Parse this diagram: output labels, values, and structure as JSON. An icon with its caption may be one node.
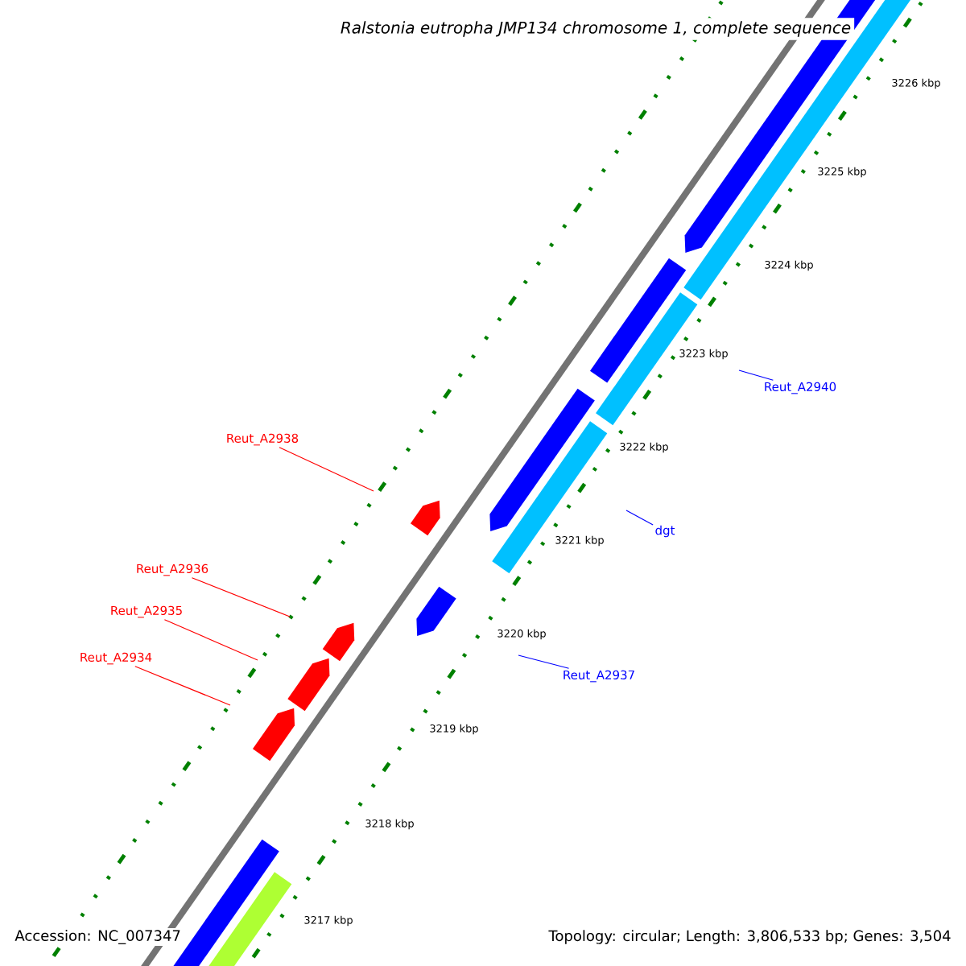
{
  "diagram": {
    "title": "Ralstonia eutropha JMP134 chromosome 1, complete sequence",
    "nodes": [
      {
        "text": [
          "Reut_A2938"
        ]
      },
      {
        "text": [
          "Reut_A2940"
        ]
      },
      {
        "text": [
          "dgt"
        ]
      },
      {
        "text": [
          "Reut_A2936"
        ]
      },
      {
        "text": [
          "Reut_A2935"
        ]
      },
      {
        "text": [
          "Reut_A2934"
        ]
      },
      {
        "text": [
          "Reut_A2937"
        ]
      }
    ],
    "edges": [
      {
        "from": 0,
        "to": null,
        "arrow": "none",
        "color": "#ff0000"
      },
      {
        "from": 1,
        "to": null,
        "arrow": "none",
        "color": "#0000ff"
      },
      {
        "from": 2,
        "to": null,
        "arrow": "none",
        "color": "#0000ff"
      },
      {
        "from": 3,
        "to": null,
        "arrow": "none",
        "color": "#ff0000"
      },
      {
        "from": 4,
        "to": null,
        "arrow": "none",
        "color": "#ff0000"
      },
      {
        "from": 5,
        "to": null,
        "arrow": "none",
        "color": "#ff0000"
      },
      {
        "from": 6,
        "to": null,
        "arrow": "none",
        "color": "#0000ff"
      }
    ],
    "labels": [
      "3226 kbp",
      "3225 kbp",
      "3224 kbp",
      "3223 kbp",
      "3222 kbp",
      "3221 kbp",
      "3220 kbp",
      "3219 kbp",
      "3218 kbp",
      "3217 kbp",
      "Accession: NC_007347",
      "Topology: circular; Length: 3,806,533 bp; Genes: 3,504"
    ]
  }
}
